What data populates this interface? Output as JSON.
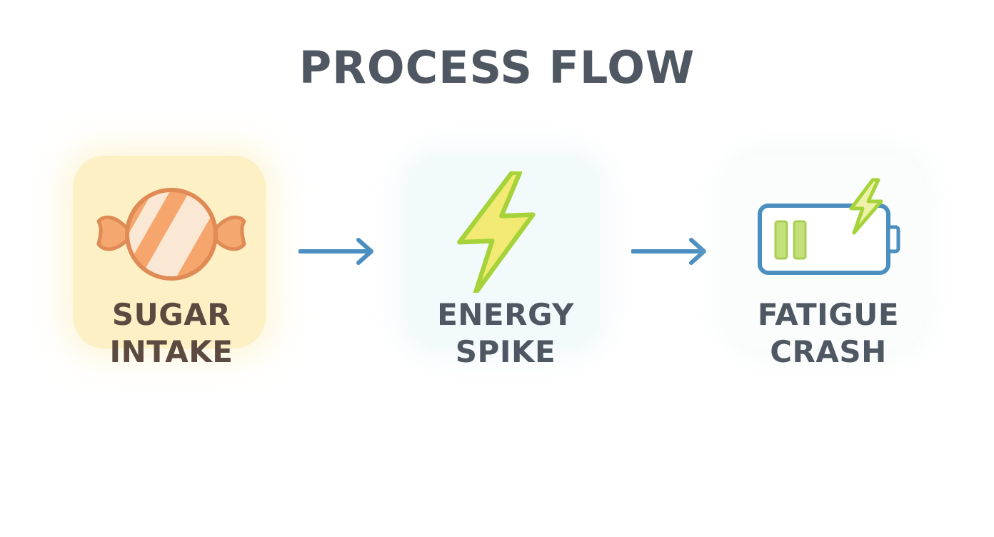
{
  "title": "PROCESS FLOW",
  "steps": [
    {
      "line1": "SUGAR",
      "line2": "INTAKE",
      "icon": "candy-icon"
    },
    {
      "line1": "ENERGY",
      "line2": "SPIKE",
      "icon": "lightning-bolt-icon"
    },
    {
      "line1": "FATIGUE",
      "line2": "CRASH",
      "icon": "low-battery-icon"
    }
  ],
  "colors": {
    "title": "#4f5862",
    "arrow": "#4b8ec0",
    "candy": "#f4a46b",
    "bolt": "#f0e766",
    "battery": "#4b8ec0",
    "battery_fill": "#c3e07a"
  }
}
